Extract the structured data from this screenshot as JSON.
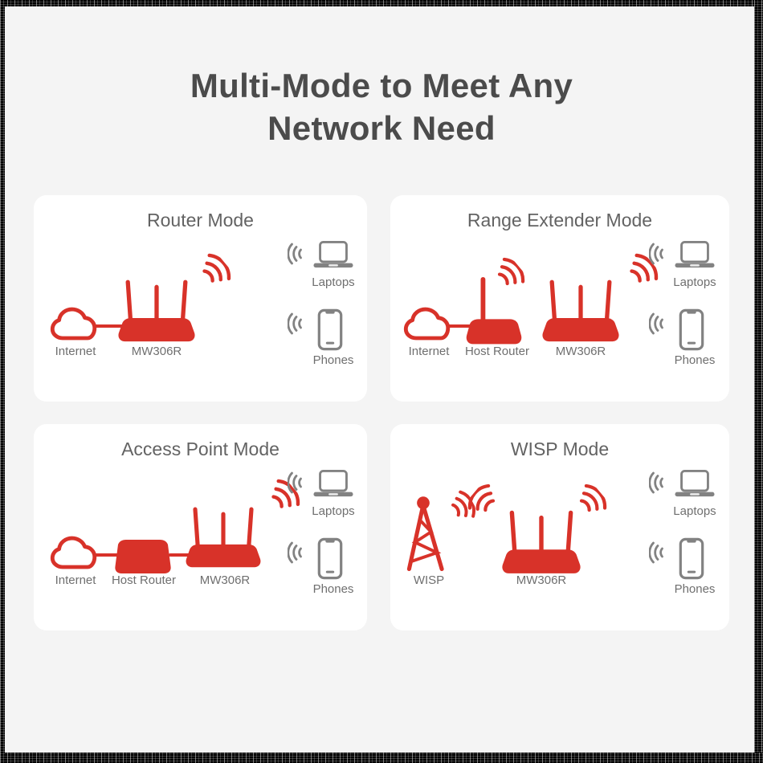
{
  "title": {
    "line1": "Multi-Mode to Meet Any",
    "line2": "Network Need"
  },
  "colors": {
    "background": "#f4f4f4",
    "frame_noise": "#141414",
    "card_background": "#ffffff",
    "title_text": "#4b4b4b",
    "card_title_text": "#636363",
    "label_text": "#6f6f6f",
    "brand_red": "#d83229",
    "device_gray": "#828282"
  },
  "icons": [
    "internet-cloud-icon",
    "mw306r-router-icon",
    "host-router-icon",
    "host-router-box-icon",
    "wisp-tower-icon",
    "laptop-icon",
    "phone-icon",
    "wifi-waves-icon",
    "wifi-signal-icon"
  ],
  "cards": [
    {
      "title": "Router Mode",
      "labels": {
        "internet": "Internet",
        "device": "MW306R",
        "laptops": "Laptops",
        "phones": "Phones"
      }
    },
    {
      "title": "Range Extender Mode",
      "labels": {
        "internet": "Internet",
        "host_router": "Host Router",
        "device": "MW306R",
        "laptops": "Laptops",
        "phones": "Phones"
      }
    },
    {
      "title": "Access Point Mode",
      "labels": {
        "internet": "Internet",
        "host_router": "Host Router",
        "device": "MW306R",
        "laptops": "Laptops",
        "phones": "Phones"
      }
    },
    {
      "title": "WISP Mode",
      "labels": {
        "wisp": "WISP",
        "device": "MW306R",
        "laptops": "Laptops",
        "phones": "Phones"
      }
    }
  ]
}
